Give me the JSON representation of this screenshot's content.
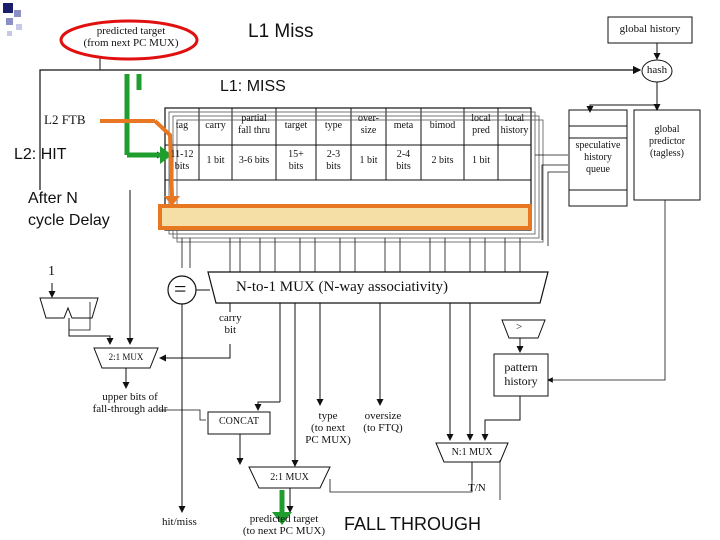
{
  "slide": {
    "title": "L1 Miss",
    "l1_label": "L1: MISS",
    "l2_label": "L2: HIT",
    "delay_label_line1": "After N",
    "delay_label_line2": "cycle Delay",
    "fall_through_label": "FALL THROUGH"
  },
  "diagram": {
    "predicted_target_top_line1": "predicted target",
    "predicted_target_top_line2": "(from next PC MUX)",
    "global_history": "global history",
    "hash": "hash",
    "l2_ftb": "L2 FTB",
    "table_headers": [
      [
        "tag"
      ],
      [
        "carry"
      ],
      [
        "partial",
        "fall thru"
      ],
      [
        "target"
      ],
      [
        "type"
      ],
      [
        "over-",
        "size"
      ],
      [
        "meta"
      ],
      [
        "bimod"
      ],
      [
        "local",
        "pred"
      ],
      [
        "local",
        "history"
      ]
    ],
    "table_bits": [
      [
        "11-12",
        "bits"
      ],
      [
        "1 bit"
      ],
      [
        "3-6 bits"
      ],
      [
        "15+",
        "bits"
      ],
      [
        "2-3",
        "bits"
      ],
      [
        "1 bit"
      ],
      [
        "2-4",
        "bits"
      ],
      [
        "2 bits"
      ],
      [
        "1 bit"
      ],
      [
        ""
      ]
    ],
    "global_predictor": [
      "global",
      "predictor",
      "(tagless)"
    ],
    "speculative_queue": [
      "speculative",
      "history",
      "queue"
    ],
    "one_label": "1",
    "equals_sign": "=",
    "mux_nway": "N-to-1 MUX (N-way associativity)",
    "carry_bit": [
      "carry",
      "bit"
    ],
    "greater_than": ">",
    "pattern_history": [
      "pattern",
      "history"
    ],
    "mux_21_a": "2:1 MUX",
    "upper_bits": [
      "upper bits of",
      "fall-through addr"
    ],
    "concat": "CONCAT",
    "type_label": [
      "type",
      "(to next",
      "PC MUX)"
    ],
    "oversize_label": [
      "oversize",
      "(to FTQ)"
    ],
    "mux_n1": "N:1 MUX",
    "mux_21_b": "2:1 MUX",
    "tn": "T/N",
    "hit_miss": "hit/miss",
    "predicted_target_bottom": [
      "predicted target",
      "(to next PC MUX)"
    ]
  },
  "colors": {
    "highlight_orange": "#e87722",
    "arrow_green": "#1f9d2f",
    "ellipse_red": "#e01010",
    "bullet_navy": "#1b1f6b",
    "highlight_fill": "#f6dfa6"
  }
}
